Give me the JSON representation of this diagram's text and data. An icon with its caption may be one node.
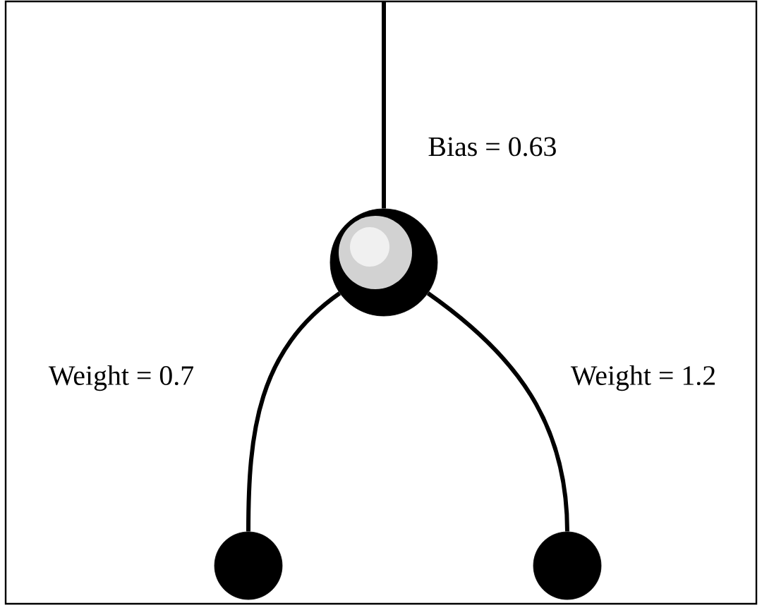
{
  "diagram": {
    "nodes": [
      {
        "text": [],
        "shape": "circle",
        "beside": [
          "Bias = 0.63"
        ]
      },
      {
        "text": [],
        "shape": "circle"
      },
      {
        "text": [],
        "shape": "circle"
      }
    ],
    "edges": [
      {
        "from": null,
        "to": 0,
        "arrow": "none"
      },
      {
        "from": 1,
        "to": 0,
        "arrow": "none",
        "label": "Weight = 0.7"
      },
      {
        "from": 2,
        "to": 0,
        "arrow": "none",
        "label": "Weight = 1.2"
      }
    ]
  }
}
